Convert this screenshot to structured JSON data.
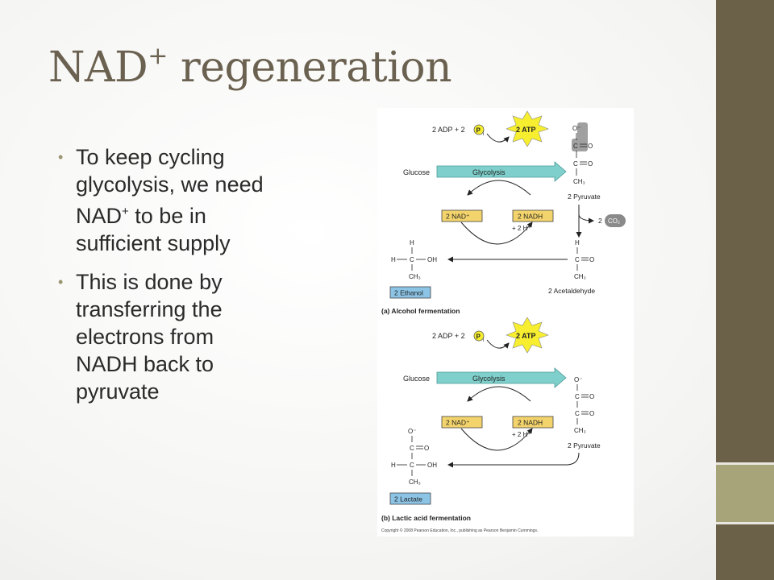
{
  "slide": {
    "title_main": "NAD",
    "title_sup": "+",
    "title_rest": " regeneration",
    "bullets": [
      {
        "lines": [
          "To keep cycling",
          "glycolysis, we need"
        ],
        "nad": "NAD",
        "sup": "+",
        "after": " to be in",
        "last": "sufficient supply"
      },
      {
        "lines": [
          "This is done by",
          "transferring the",
          "electrons from",
          "NADH back to",
          "pyruvate"
        ]
      }
    ]
  },
  "figure": {
    "panel_a": {
      "adp": "2 ADP + 2",
      "pi": "P",
      "pi_sub": "i",
      "atp": "2 ATP",
      "glucose": "Glucose",
      "glycolysis": "Glycolysis",
      "nad": "2 NAD⁺",
      "nadh": "2 NADH",
      "h": "+ 2 H⁺",
      "pyruvate": "2 Pyruvate",
      "co2": "2",
      "co2_label": "CO₂",
      "acetaldehyde": "2 Acetaldehyde",
      "ethanol": "2 Ethanol",
      "caption": "(a) Alcohol fermentation"
    },
    "panel_b": {
      "adp": "2 ADP + 2",
      "pi": "P",
      "pi_sub": "i",
      "atp": "2 ATP",
      "glucose": "Glucose",
      "glycolysis": "Glycolysis",
      "nad": "2 NAD⁺",
      "nadh": "2 NADH",
      "h": "+ 2 H⁺",
      "pyruvate": "2 Pyruvate",
      "lactate": "2 Lactate",
      "caption": "(b) Lactic acid fermentation"
    },
    "chem": {
      "o_minus": "O⁻",
      "c": "C",
      "o": "O",
      "ch3": "CH₃",
      "h": "H",
      "oh": "OH"
    },
    "copyright": "Copyright © 2008 Pearson Education, Inc., publishing as Pearson Benjamin Cummings."
  },
  "colors": {
    "sidebar": "#6b6149",
    "sidebar_accent": "#a8a47a",
    "title": "#6b6150",
    "bullet_dot": "#9a9572",
    "glycolysis_arrow": "#7fd0cc",
    "nad_box": "#f3d36b",
    "atp_star": "#f6ee2e",
    "product_box": "#8cc4e6",
    "highlight_gray": "#a0a0a0"
  }
}
